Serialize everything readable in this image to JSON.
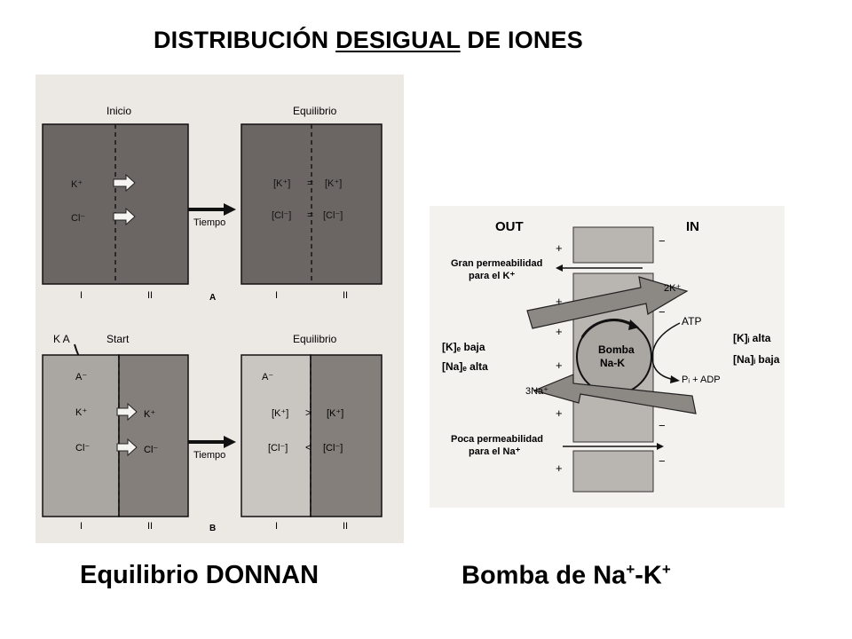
{
  "title": {
    "part1": "DISTRIBUCIÓN",
    "part2": "DESIGUAL",
    "part3": "DE IONES"
  },
  "donnan": {
    "panel_a": {
      "left_heading": "Inicio",
      "right_heading": "Equilibrio",
      "ion1": "K⁺",
      "ion2": "Cl⁻",
      "eq_k_left": "[K⁺]",
      "eq_k_sign": "=",
      "eq_k_right": "[K⁺]",
      "eq_cl_left": "[Cl⁻]",
      "eq_cl_sign": "=",
      "eq_cl_right": "[Cl⁻]",
      "arrow_label": "Tiempo",
      "comp_1": "I",
      "comp_2": "II",
      "panel_letter": "A"
    },
    "panel_b": {
      "ka_label": "K A",
      "left_heading": "Start",
      "right_heading": "Equilibrio",
      "anion_left": "A⁻",
      "ion1_left": "K⁺",
      "ion1_right": "K⁺",
      "ion2_left": "Cl⁻",
      "ion2_right": "Cl⁻",
      "eq_anion": "A⁻",
      "eq_k_left": "[K⁺]",
      "eq_k_sign": ">",
      "eq_k_right": "[K⁺]",
      "eq_cl_left": "[Cl⁻]",
      "eq_cl_sign": "<",
      "eq_cl_right": "[Cl⁻]",
      "arrow_label": "Tiempo",
      "comp_1": "I",
      "comp_2": "II",
      "panel_letter": "B"
    }
  },
  "pump": {
    "out_label": "OUT",
    "in_label": "IN",
    "k_perm_line1": "Gran permeabilidad",
    "k_perm_line2": "para el K⁺",
    "na_perm_line1": "Poca permeabilidad",
    "na_perm_line2": "para el Na⁺",
    "k_out": "[K]ₑ baja",
    "na_out": "[Na]ₑ alta",
    "k_in": "[K]ᵢ alta",
    "na_in": "[Na]ᵢ baja",
    "pump_line1": "Bomba",
    "pump_line2": "Na-K",
    "k_ions": "2K⁺",
    "na_ions": "3Na⁺",
    "atp": "ATP",
    "adp": "Pᵢ + ADP",
    "plus": "+",
    "minus": "−"
  },
  "captions": {
    "left": "Equilibrio DONNAN",
    "right_text": "Bomba de Na",
    "right_sup1": "+",
    "right_dash": "-K",
    "right_sup2": "+"
  },
  "colors": {
    "dark_chamber": "#6b6663",
    "light_chamber": "#aaa6a2",
    "page_scan": "#ece9e5",
    "membrane": "#b9b5b1",
    "gray_arrow": "#8c8884"
  }
}
